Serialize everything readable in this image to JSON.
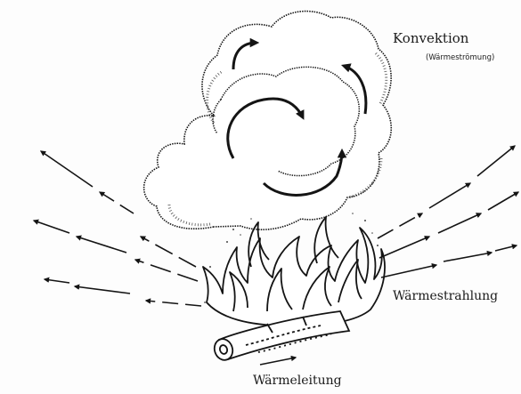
{
  "labels": {
    "convection": "Konvektion",
    "convection_sub": "(Wärmeströmung)",
    "radiation": "Wärmestrahlung",
    "conduction": "Wärmeleitung"
  },
  "colors": {
    "ink": "#141414",
    "background": "#fdfdfd",
    "smoke_fill": "#ffffff"
  }
}
